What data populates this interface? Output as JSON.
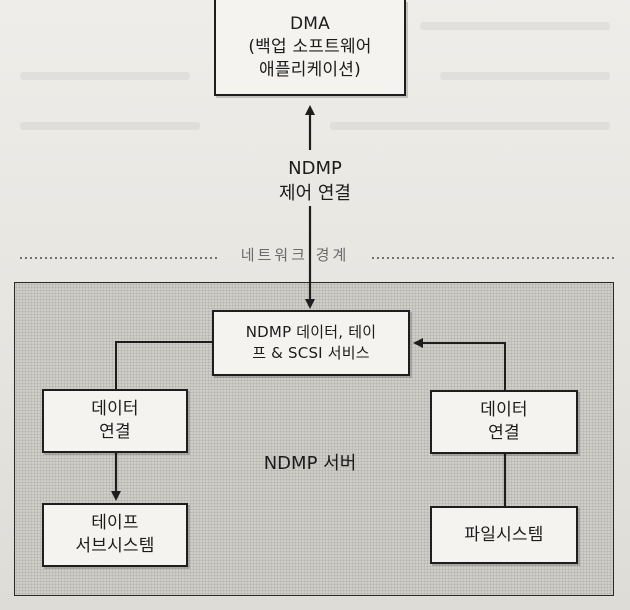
{
  "diagram": {
    "dma": {
      "title": "DMA",
      "subtitle": "(백업 소프트웨어\n애플리케이션)"
    },
    "control_connection": {
      "label": "NDMP\n제어 연결"
    },
    "network_boundary": {
      "label": "네트워크 경계"
    },
    "server": {
      "label": "NDMP 서버"
    },
    "services": {
      "label": "NDMP 데이터, 테이\n프 & SCSI 서비스"
    },
    "data_connection_left": {
      "label": "데이터\n연결"
    },
    "data_connection_right": {
      "label": "데이터\n연결"
    },
    "tape_subsystem": {
      "label": "테이프\n서브시스템"
    },
    "filesystem": {
      "label": "파일시스템"
    }
  },
  "colors": {
    "line": "#1e1e1e",
    "box_fill": "#f4f3f0",
    "region_fill": "#cfcdc8"
  }
}
